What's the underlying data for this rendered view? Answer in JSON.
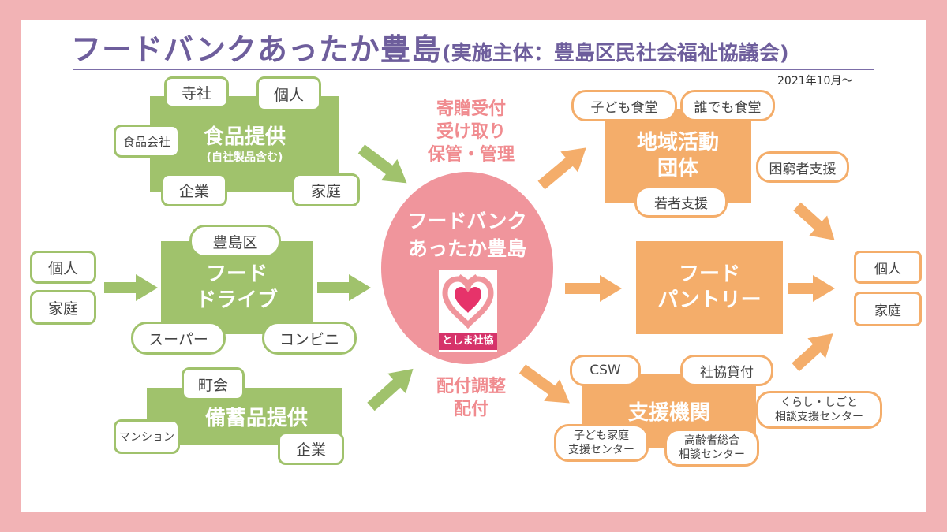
{
  "title": {
    "main": "フードバンクあったか豊島",
    "sub": "(実施主体：豊島区民社会福祉協議会)"
  },
  "date": "2021年10月〜",
  "colors": {
    "green": "#a0c26c",
    "orange": "#f4ad6a",
    "pink": "#f0959c",
    "purple": "#6e5e9c",
    "frame": "#f2b3b5"
  },
  "food_provision": {
    "label": "食品提供",
    "note": "(自社製品含む)",
    "pills": {
      "temple": "寺社",
      "individual": "個人",
      "food_company": "食品会社",
      "company": "企業",
      "household": "家庭"
    }
  },
  "food_drive": {
    "label_line1": "フード",
    "label_line2": "ドライブ",
    "pills": {
      "ward": "豊島区",
      "supermarket": "スーパー",
      "convenience": "コンビニ"
    }
  },
  "donors_left": {
    "individual": "個人",
    "household": "家庭"
  },
  "stockpile": {
    "label": "備蓄品提供",
    "pills": {
      "town_assoc": "町会",
      "mansion": "マンション",
      "company": "企業"
    }
  },
  "center": {
    "line1": "フードバンク",
    "line2": "あったか豊島",
    "logo_text": "としま社協"
  },
  "tasks_top": [
    "寄贈受付",
    "受け取り",
    "保管・管理"
  ],
  "tasks_bottom": [
    "配付調整",
    "配付"
  ],
  "community": {
    "label_line1": "地域活動",
    "label_line2": "団体",
    "pills": {
      "kids": "子ども食堂",
      "anyone": "誰でも食堂",
      "poverty": "困窮者支援",
      "youth": "若者支援"
    }
  },
  "pantry": {
    "label_line1": "フード",
    "label_line2": "パントリー"
  },
  "support": {
    "label": "支援機関",
    "pills": {
      "csw": "CSW",
      "loan": "社協貸付",
      "life_work_1": "くらし・しごと",
      "life_work_2": "相談支援センター",
      "kids_family_1": "子ども家庭",
      "kids_family_2": "支援センター",
      "elderly_1": "高齢者総合",
      "elderly_2": "相談センター"
    }
  },
  "recipients": {
    "individual": "個人",
    "household": "家庭"
  }
}
